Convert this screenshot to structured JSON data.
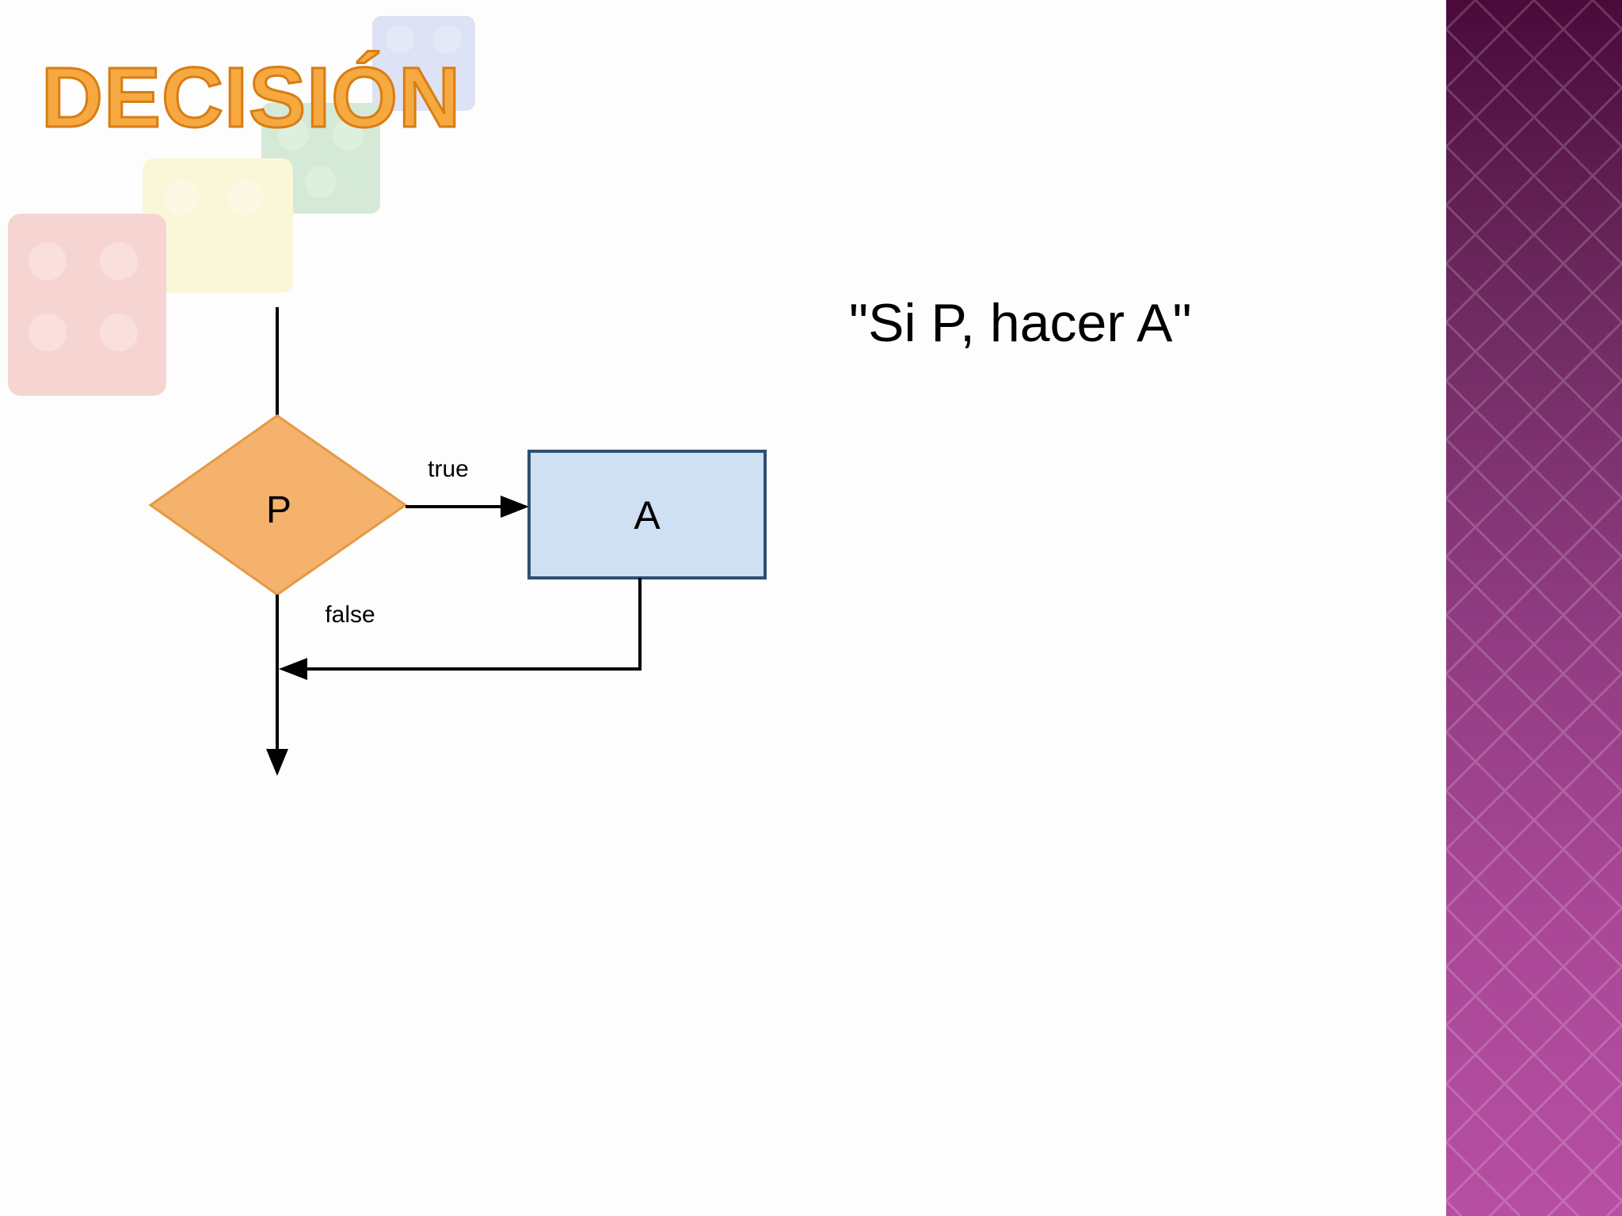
{
  "slide": {
    "title": "DECISIÓN",
    "caption": "\"Si P, hacer A\""
  },
  "diagram": {
    "decision": {
      "label": "P"
    },
    "action": {
      "label": "A"
    },
    "edges": {
      "true_label": "true",
      "false_label": "false"
    }
  },
  "colors": {
    "title_fill": "#f6a841",
    "title_stroke": "#d97d12",
    "decision_fill": "#f4b26d",
    "action_fill": "#cfe0f3",
    "action_stroke": "#2e4f72",
    "band_top": "#4a0a3a",
    "band_bottom": "#b64ea2"
  }
}
